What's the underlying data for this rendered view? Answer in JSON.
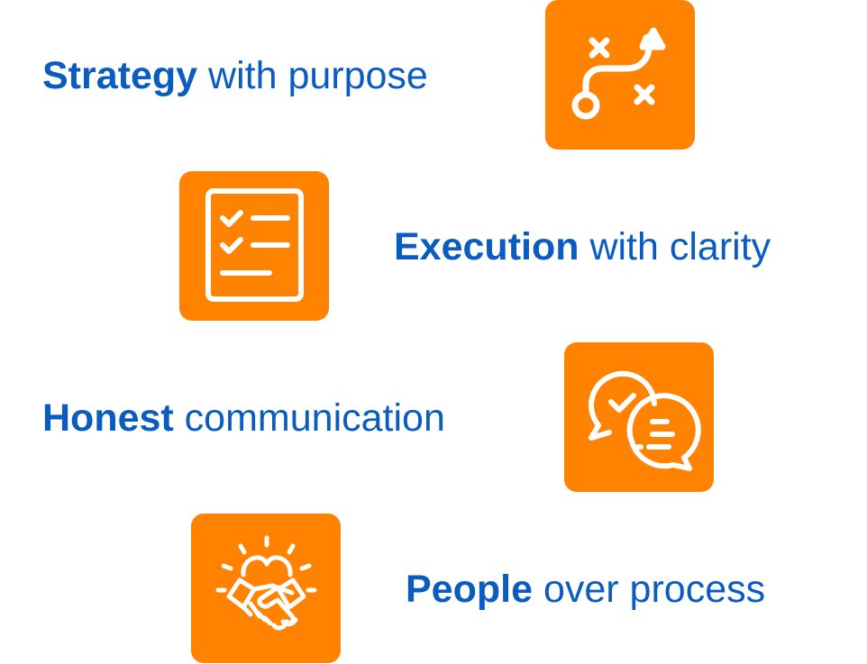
{
  "colors": {
    "accent": "#FF8200",
    "text": "#0B5CC0"
  },
  "items": [
    {
      "bold": "Strategy",
      "rest": " with purpose",
      "icon": "strategy-path-icon"
    },
    {
      "bold": "Execution",
      "rest": " with clarity",
      "icon": "checklist-icon"
    },
    {
      "bold": "Honest",
      "rest": " communication",
      "icon": "chat-bubbles-icon"
    },
    {
      "bold": "People",
      "rest": " over process",
      "icon": "handshake-heart-icon"
    }
  ]
}
